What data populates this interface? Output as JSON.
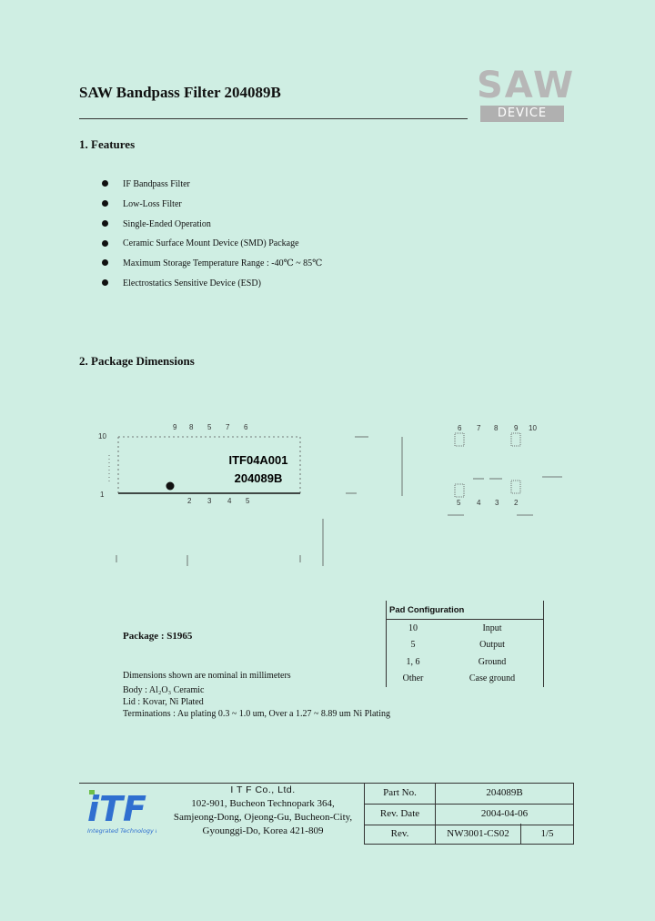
{
  "header": {
    "title": "SAW Bandpass Filter 204089B",
    "logo_main": "SAW",
    "logo_sub": "DEVICE"
  },
  "features": {
    "heading": "1. Features",
    "items": [
      "IF Bandpass Filter",
      "Low-Loss Filter",
      "Single-Ended Operation",
      "Ceramic Surface Mount Device (SMD) Package",
      "Maximum Storage Temperature Range : -40℃ ~ 85℃",
      "Electrostatics Sensitive Device (ESD)"
    ]
  },
  "package_dimensions": {
    "heading": "2. Package Dimensions",
    "marking_line1": "ITF04A001",
    "marking_line2": "204089B",
    "top_pins": [
      "9",
      "8",
      "5",
      "7",
      "6"
    ],
    "bottom_pins": [
      "2",
      "3",
      "4",
      "5"
    ],
    "side_pins": [
      "10",
      "1"
    ],
    "pad_top_pins": [
      "6",
      "7",
      "8",
      "9",
      "10"
    ],
    "pad_bottom_pins": [
      "5",
      "4",
      "3",
      "2"
    ]
  },
  "package": {
    "label": "Package : S1965",
    "notes": [
      "Dimensions shown are nominal in millimeters",
      "Body : Al₂O₃ Ceramic",
      "Lid : Kovar, Ni Plated",
      "Terminations : Au plating 0.3 ~ 1.0 um, Over a 1.27 ~ 8.89 um Ni Plating"
    ]
  },
  "pad_configuration": {
    "heading": "Pad Configuration",
    "rows": [
      {
        "pad": "10",
        "function": "Input"
      },
      {
        "pad": "5",
        "function": "Output"
      },
      {
        "pad": "1, 6",
        "function": "Ground"
      },
      {
        "pad": "Other",
        "function": "Case ground"
      }
    ]
  },
  "footer": {
    "company_name": "I T F   Co., Ltd.",
    "address": [
      "102-901, Bucheon Technopark 364,",
      "Samjeong-Dong, Ojeong-Gu, Bucheon-City,",
      "Gyounggi-Do, Korea 421-809"
    ],
    "logo_text": "iTF",
    "logo_tagline": "Integrated Technology Future",
    "part_no_label": "Part No.",
    "part_no": "204089B",
    "rev_date_label": "Rev. Date",
    "rev_date": "2004-04-06",
    "rev_label": "Rev.",
    "rev": "NW3001-CS02",
    "page": "1/5"
  },
  "colors": {
    "background": "#cfeee3",
    "logo_blue": "#2f6fd0",
    "logo_green": "#6cc04a",
    "logo_gray": "#b0b0b0"
  }
}
